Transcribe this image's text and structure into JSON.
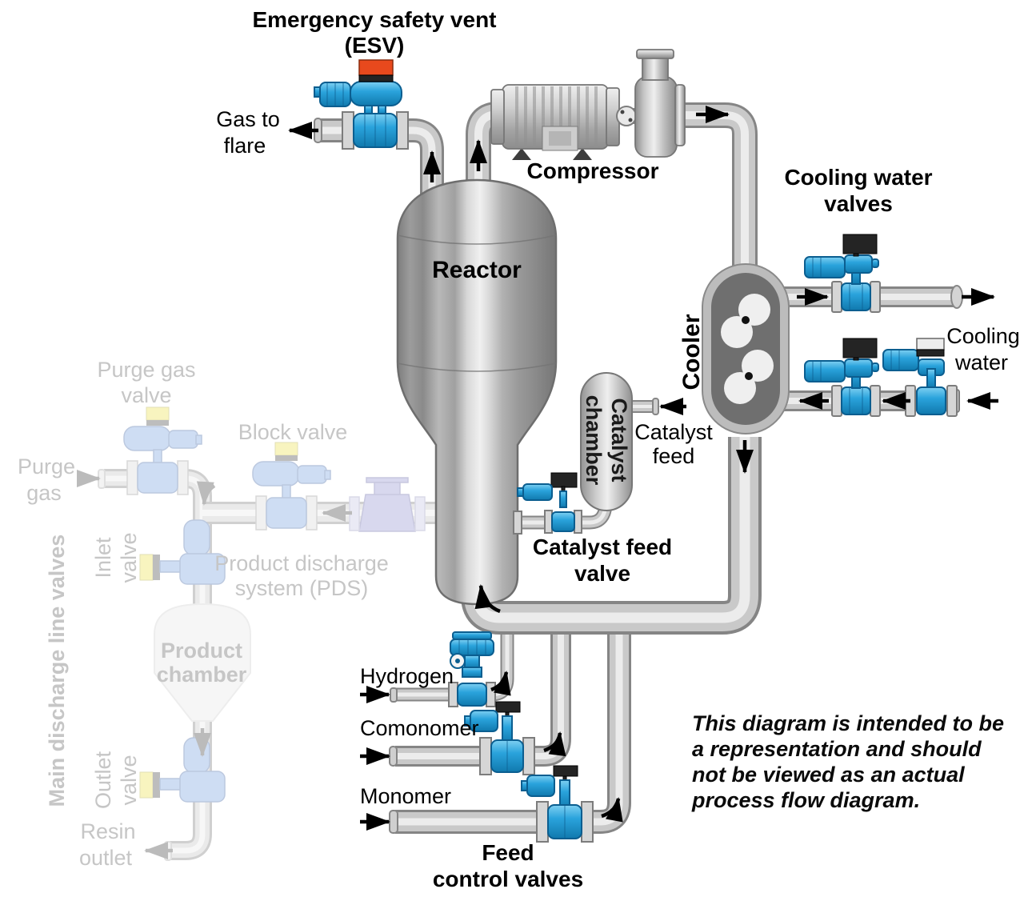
{
  "diagram": {
    "labels": {
      "esv_line1": "Emergency safety vent",
      "esv_line2": "(ESV)",
      "gas_to_flare_line1": "Gas to",
      "gas_to_flare_line2": "flare",
      "compressor": "Compressor",
      "reactor": "Reactor",
      "cooling_water_valves_line1": "Cooling water",
      "cooling_water_valves_line2": "valves",
      "cooler": "Cooler",
      "cooling_water_line1": "Cooling",
      "cooling_water_line2": "water",
      "catalyst_chamber_line1": "Catalyst",
      "catalyst_chamber_line2": "chamber",
      "catalyst_feed_line1": "Catalyst",
      "catalyst_feed_line2": "feed",
      "catalyst_feed_valve_line1": "Catalyst feed",
      "catalyst_feed_valve_line2": "valve",
      "hydrogen": "Hydrogen",
      "comonomer": "Comonomer",
      "monomer": "Monomer",
      "feed_control_valves_line1": "Feed",
      "feed_control_valves_line2": "control valves"
    },
    "faded_labels": {
      "purge_gas_valve_line1": "Purge gas",
      "purge_gas_valve_line2": "valve",
      "purge_gas_line1": "Purge",
      "purge_gas_line2": "gas",
      "block_valve": "Block valve",
      "inlet_valve_line1": "Inlet",
      "inlet_valve_line2": "valve",
      "product_discharge_line1": "Product discharge",
      "product_discharge_line2": "system (PDS)",
      "product_chamber_line1": "Product",
      "product_chamber_line2": "chamber",
      "main_discharge_line_valves": "Main discharge line valves",
      "outlet_valve_line1": "Outlet",
      "outlet_valve_line2": "valve",
      "resin_outlet_line1": "Resin",
      "resin_outlet_line2": "outlet"
    },
    "disclaimer": {
      "line1": "This diagram is intended to be",
      "line2": "a representation and should",
      "line3": "not be viewed as an actual",
      "line4": "process flow diagram."
    },
    "colors": {
      "valve_blue": "#29A3DC",
      "valve_blue_dark": "#0B5E90",
      "esv_actuator_orange": "#E8491D",
      "actuator_black": "#232323",
      "pipe_gray": "#C9C9C9",
      "pipe_edge_gray": "#858585",
      "vessel_gray": "#B3B3B3",
      "cooler_interior_gray": "#6F6F6F",
      "faded_valve_blue": "#7FA7E0",
      "faded_actuator_yellow": "#EFE45A",
      "faded_label_gray": "#C6C6C6",
      "background": "#FFFFFF"
    }
  }
}
